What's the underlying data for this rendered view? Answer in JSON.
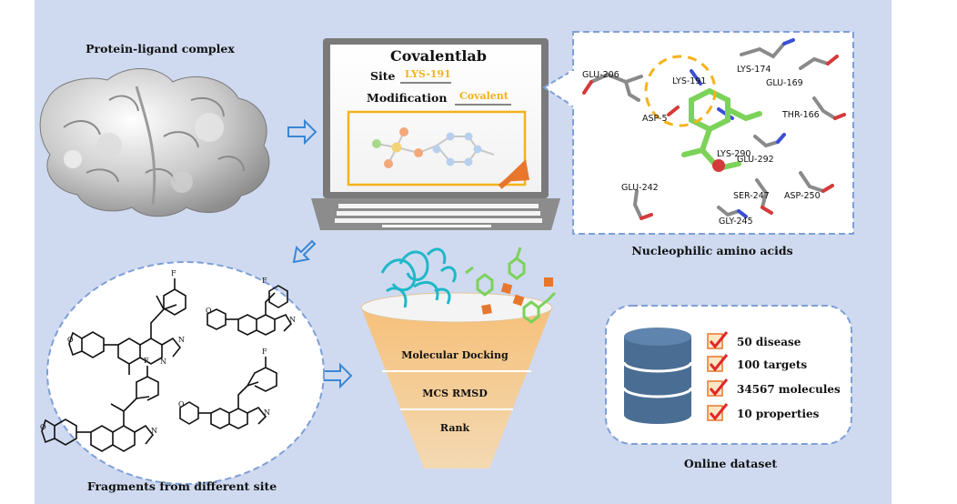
{
  "labels": {
    "protein_complex": "Protein-ligand complex",
    "nucleophilic": "Nucleophilic amino acids",
    "fragments": "Fragments from different site",
    "online_dataset": "Online dataset"
  },
  "laptop": {
    "title": "Covalentlab",
    "site_label": "Site",
    "site_value": "LYS-191",
    "modification_label": "Modification",
    "modification_value": "Covalent"
  },
  "residues": [
    "GLU-206",
    "LYS-191",
    "LYS-174",
    "GLU-169",
    "ASP-5",
    "THR-166",
    "LYS-290",
    "GLU-292",
    "GLU-242",
    "SER-247",
    "ASP-250",
    "GLY-245"
  ],
  "funnel": {
    "steps": [
      "Molecular Docking",
      "MCS RMSD",
      "Rank"
    ]
  },
  "dataset": {
    "items": [
      "50 disease",
      "100 targets",
      "34567 molecules",
      "10 properties"
    ]
  },
  "colors": {
    "background_panel": "#cfdaf0",
    "dashed_border": "#7f9fd6",
    "arrow": "#3a86d4",
    "highlight": "#f5b21a",
    "check": "#e02828",
    "box_orange": "#e8762c",
    "database": "#4a6d94",
    "ligand_green": "#7dd25a"
  }
}
